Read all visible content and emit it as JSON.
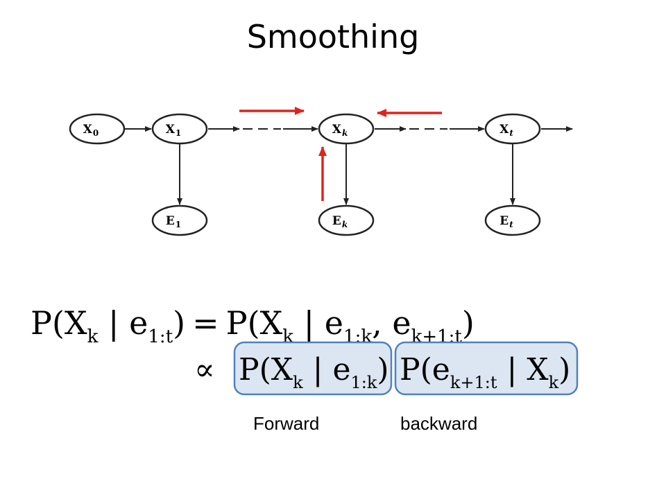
{
  "title": "Smoothing",
  "diagram": {
    "nodes": [
      {
        "id": "x0",
        "var": "X",
        "sub": "0"
      },
      {
        "id": "x1",
        "var": "X",
        "sub": "1"
      },
      {
        "id": "xk",
        "var": "X",
        "sub": "k"
      },
      {
        "id": "xt",
        "var": "X",
        "sub": "t"
      },
      {
        "id": "e1",
        "var": "E",
        "sub": "1"
      },
      {
        "id": "ek",
        "var": "E",
        "sub": "k"
      },
      {
        "id": "et",
        "var": "E",
        "sub": "t"
      }
    ],
    "edge_color": "#222222",
    "highlight_color": "#e0241b"
  },
  "formula": {
    "line1_lhs": "P(X",
    "line1_lhs_sub": "k",
    "line1_lhs_bar": " | e",
    "line1_lhs_sub2": "1:t",
    "line1_lhs_close": ")",
    "line1_eq": "=",
    "line1_rhs": "P(X",
    "line1_rhs_sub": "k",
    "line1_rhs_bar": " | e",
    "line1_rhs_sub2": "1:k",
    "line1_rhs_comma": ", e",
    "line1_rhs_sub3": "k+1:t",
    "line1_rhs_close": ")",
    "prop": "∝",
    "box1_main": "P(X",
    "box1_sub": "k",
    "box1_bar": " | e",
    "box1_sub2": "1:k",
    "box1_close": ")",
    "box2_main": "P(e",
    "box2_sub": "k+1:t",
    "box2_bar": " | X",
    "box2_sub2": "k",
    "box2_close": ")",
    "box_fill": "#dce6f2",
    "box_stroke": "#4f81bd"
  },
  "captions": {
    "forward": "Forward",
    "backward": "backward"
  }
}
